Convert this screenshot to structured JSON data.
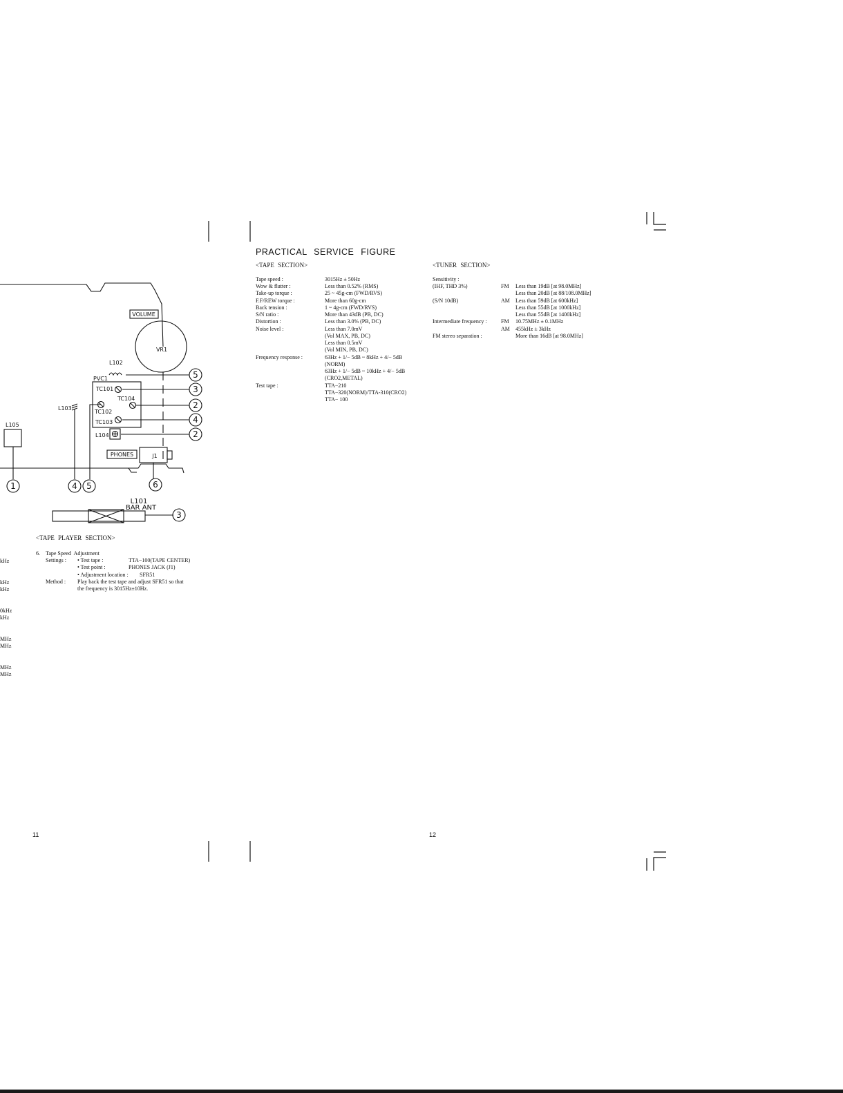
{
  "diagram": {
    "labels": {
      "volume": "VOLUME",
      "vr1": "VR1",
      "l102": "L102",
      "pvc1": "PVC1",
      "tc101": "TC101",
      "tc104": "TC104",
      "tc102": "TC102",
      "tc103": "TC103",
      "l103": "L103",
      "l104": "L104",
      "l105": "L105",
      "phones": "PHONES",
      "j1": "J1",
      "l101": "L101",
      "bar_ant": "BAR ANT"
    },
    "callouts": {
      "c1": "1",
      "c4": "4",
      "c5": "5",
      "c6": "6",
      "r5": "5",
      "r3": "3",
      "r2a": "2",
      "r4": "4",
      "r2b": "2",
      "ant3": "3"
    },
    "left_edge_fragments": [
      "kHz",
      "kHz",
      "kHz",
      "0kHz",
      "kHz",
      "MHz",
      "MHz",
      "MHz",
      "MHz"
    ]
  },
  "tape_player": {
    "heading": "<TAPE  PLAYER  SECTION>",
    "item_no": "6.",
    "item_title": "Tape Speed  Adjustment",
    "settings_label": "Settings :",
    "settings": [
      {
        "key": "• Test tape :",
        "value": "TTA−100(TAPE CENTER)"
      },
      {
        "key": "• Test point :",
        "value": "PHONES JACK (J1)"
      },
      {
        "key": "• Adjustment location :",
        "value": "SFR51"
      }
    ],
    "method_label": "Method :",
    "method_lines": [
      "Play back the test tape and adjust SFR51 so that",
      "the frequency is 3015Hz±10Hz."
    ]
  },
  "right_page": {
    "title": "PRACTICAL   SERVICE   FIGURE",
    "tape_section": {
      "heading": "<TAPE  SECTION>",
      "rows": [
        {
          "label": "Tape speed :",
          "values": [
            "3015Hz ± 50Hz"
          ]
        },
        {
          "label": "Wow & flutter :",
          "values": [
            "Less than 0.52% (RMS)"
          ]
        },
        {
          "label": "Take-up torque :",
          "values": [
            "25 ~ 45g-cm (FWD/RVS)"
          ]
        },
        {
          "label": "F.F/REW torque :",
          "values": [
            "More than 60g-cm"
          ]
        },
        {
          "label": "Back tension :",
          "values": [
            "1 ~ 4g-cm (FWD/RVS)"
          ]
        },
        {
          "label": "S/N ratio :",
          "values": [
            "More than 43dB (PB, DC)"
          ]
        },
        {
          "label": "Distortion :",
          "values": [
            "Less than 3.0% (PB, DC)"
          ]
        },
        {
          "label": "Noise level :",
          "values": [
            "Less than 7.0mV",
            "(Vol MAX, PB, DC)",
            "Less than 0.5mV",
            "(Vol MIN, PB, DC)"
          ]
        },
        {
          "label": "Frequency response :",
          "values": [
            "63Hz + 1/− 5dB ~ 8kHz + 4/− 5dB",
            "(NORM)",
            "63Hz + 1/− 5dB ~ 10kHz + 4/− 5dB",
            "(CRO2,METAL)"
          ]
        },
        {
          "label": "Test tape :",
          "values": [
            "TTA−210",
            "TTA−320(NORM)/TTA-310(CRO2)",
            "TTA− 100"
          ]
        }
      ]
    },
    "tuner_section": {
      "heading": "<TUNER  SECTION>",
      "rows": [
        {
          "label": "Sensitivity :",
          "band": "",
          "value": ""
        },
        {
          "label": "(IHF, THD 3%)",
          "band": "FM",
          "value": "Less than 19dB [at 98.0MHz]"
        },
        {
          "label": "",
          "band": "",
          "value": "Less than 20dB [at 88/108.0MHz]"
        },
        {
          "label": "(S/N 10dB)",
          "band": "AM",
          "value": "Less than 59dB [at 600kHz]"
        },
        {
          "label": "",
          "band": "",
          "value": "Less than 55dB [at 1000kHz]"
        },
        {
          "label": "",
          "band": "",
          "value": "Less than 55dB [at 1400kHz]"
        },
        {
          "label": "Intermediate frequency :",
          "band": "FM",
          "value": "10.75MHz ± 0.1MHz"
        },
        {
          "label": "",
          "band": "AM",
          "value": "455kHz ± 3kHz"
        },
        {
          "label": "FM stereo separation :",
          "band": "",
          "value": "More than 16dB [at 98.0MHz]"
        }
      ]
    }
  },
  "page_numbers": {
    "left": "11",
    "right": "12"
  }
}
